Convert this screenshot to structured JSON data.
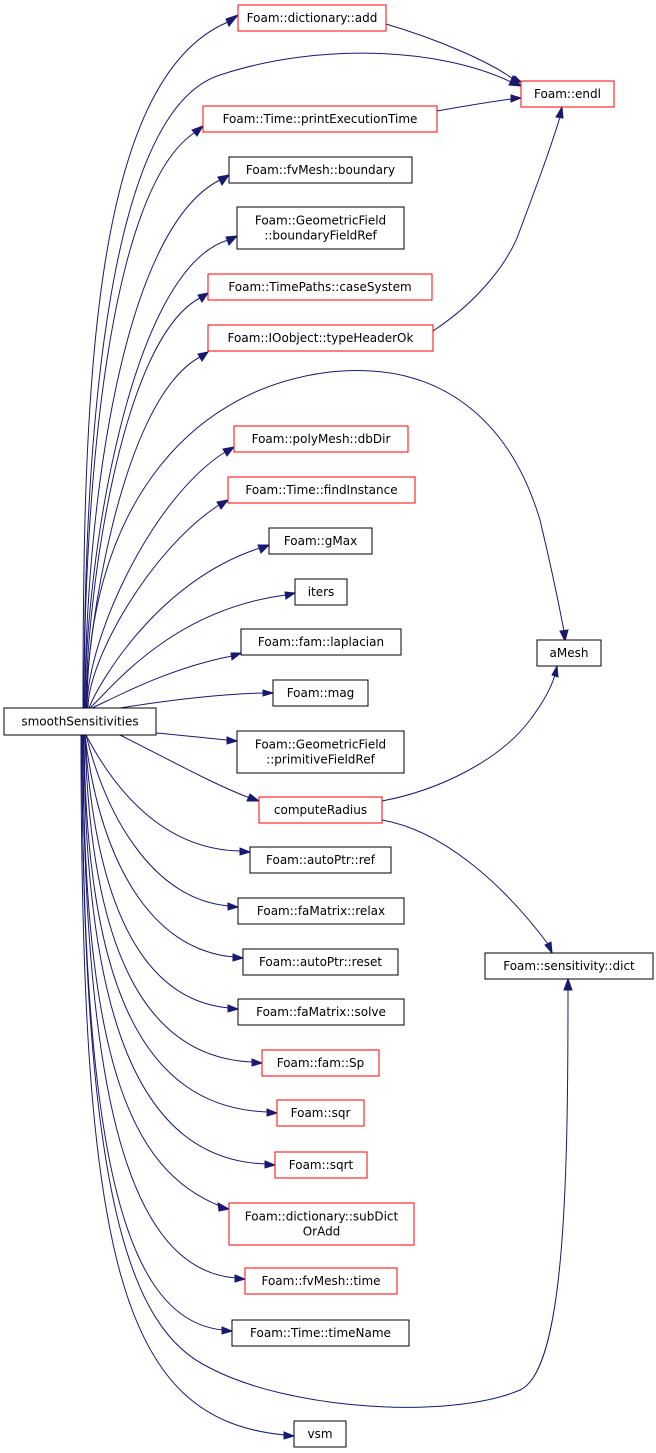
{
  "colors": {
    "edge": "#191970",
    "linked_border": "#ff0000",
    "plain_border": "#000000",
    "root_fill": "#bfbfbf",
    "node_fill": "#ffffff"
  },
  "graph": {
    "root": "smoothSensitivities",
    "nodes": [
      {
        "id": "root",
        "lines": [
          "smoothSensitivities"
        ],
        "border": "black",
        "root": true
      },
      {
        "id": "dict_add",
        "lines": [
          "Foam::dictionary::add"
        ],
        "border": "red"
      },
      {
        "id": "endl",
        "lines": [
          "Foam::endl"
        ],
        "border": "red"
      },
      {
        "id": "printExec",
        "lines": [
          "Foam::Time::printExecutionTime"
        ],
        "border": "red"
      },
      {
        "id": "boundary",
        "lines": [
          "Foam::fvMesh::boundary"
        ],
        "border": "black"
      },
      {
        "id": "bfr",
        "lines": [
          "Foam::GeometricField",
          "::boundaryFieldRef"
        ],
        "border": "black"
      },
      {
        "id": "caseSystem",
        "lines": [
          "Foam::TimePaths::caseSystem"
        ],
        "border": "red"
      },
      {
        "id": "typeHeaderOk",
        "lines": [
          "Foam::IOobject::typeHeaderOk"
        ],
        "border": "red"
      },
      {
        "id": "dbDir",
        "lines": [
          "Foam::polyMesh::dbDir"
        ],
        "border": "red"
      },
      {
        "id": "findInstance",
        "lines": [
          "Foam::Time::findInstance"
        ],
        "border": "red"
      },
      {
        "id": "gMax",
        "lines": [
          "Foam::gMax"
        ],
        "border": "black"
      },
      {
        "id": "iters",
        "lines": [
          "iters"
        ],
        "border": "black"
      },
      {
        "id": "laplacian",
        "lines": [
          "Foam::fam::laplacian"
        ],
        "border": "black"
      },
      {
        "id": "mag",
        "lines": [
          "Foam::mag"
        ],
        "border": "black"
      },
      {
        "id": "pfr",
        "lines": [
          "Foam::GeometricField",
          "::primitiveFieldRef"
        ],
        "border": "black"
      },
      {
        "id": "computeRadius",
        "lines": [
          "computeRadius"
        ],
        "border": "red"
      },
      {
        "id": "aMesh",
        "lines": [
          "aMesh"
        ],
        "border": "black"
      },
      {
        "id": "sensDict",
        "lines": [
          "Foam::sensitivity::dict"
        ],
        "border": "black"
      },
      {
        "id": "ref",
        "lines": [
          "Foam::autoPtr::ref"
        ],
        "border": "black"
      },
      {
        "id": "relax",
        "lines": [
          "Foam::faMatrix::relax"
        ],
        "border": "black"
      },
      {
        "id": "reset",
        "lines": [
          "Foam::autoPtr::reset"
        ],
        "border": "black"
      },
      {
        "id": "solve",
        "lines": [
          "Foam::faMatrix::solve"
        ],
        "border": "black"
      },
      {
        "id": "Sp",
        "lines": [
          "Foam::fam::Sp"
        ],
        "border": "red"
      },
      {
        "id": "sqr",
        "lines": [
          "Foam::sqr"
        ],
        "border": "red"
      },
      {
        "id": "sqrt",
        "lines": [
          "Foam::sqrt"
        ],
        "border": "red"
      },
      {
        "id": "subDictOrAdd",
        "lines": [
          "Foam::dictionary::subDict",
          "OrAdd"
        ],
        "border": "red"
      },
      {
        "id": "fvTime",
        "lines": [
          "Foam::fvMesh::time"
        ],
        "border": "red"
      },
      {
        "id": "timeName",
        "lines": [
          "Foam::Time::timeName"
        ],
        "border": "black"
      },
      {
        "id": "vsm",
        "lines": [
          "vsm"
        ],
        "border": "black"
      }
    ],
    "edges": [
      {
        "from": "root",
        "to": "dict_add"
      },
      {
        "from": "root",
        "to": "endl"
      },
      {
        "from": "root",
        "to": "printExec"
      },
      {
        "from": "root",
        "to": "boundary"
      },
      {
        "from": "root",
        "to": "bfr"
      },
      {
        "from": "root",
        "to": "caseSystem"
      },
      {
        "from": "root",
        "to": "typeHeaderOk"
      },
      {
        "from": "root",
        "to": "aMesh"
      },
      {
        "from": "root",
        "to": "dbDir"
      },
      {
        "from": "root",
        "to": "findInstance"
      },
      {
        "from": "root",
        "to": "gMax"
      },
      {
        "from": "root",
        "to": "iters"
      },
      {
        "from": "root",
        "to": "laplacian"
      },
      {
        "from": "root",
        "to": "mag"
      },
      {
        "from": "root",
        "to": "pfr"
      },
      {
        "from": "root",
        "to": "computeRadius"
      },
      {
        "from": "root",
        "to": "ref"
      },
      {
        "from": "root",
        "to": "relax"
      },
      {
        "from": "root",
        "to": "reset"
      },
      {
        "from": "root",
        "to": "solve"
      },
      {
        "from": "root",
        "to": "Sp"
      },
      {
        "from": "root",
        "to": "sqr"
      },
      {
        "from": "root",
        "to": "sqrt"
      },
      {
        "from": "root",
        "to": "subDictOrAdd"
      },
      {
        "from": "root",
        "to": "fvTime"
      },
      {
        "from": "root",
        "to": "timeName"
      },
      {
        "from": "root",
        "to": "sensDict"
      },
      {
        "from": "root",
        "to": "vsm"
      },
      {
        "from": "dict_add",
        "to": "endl"
      },
      {
        "from": "printExec",
        "to": "endl"
      },
      {
        "from": "typeHeaderOk",
        "to": "endl"
      },
      {
        "from": "computeRadius",
        "to": "aMesh"
      },
      {
        "from": "computeRadius",
        "to": "sensDict"
      }
    ]
  }
}
